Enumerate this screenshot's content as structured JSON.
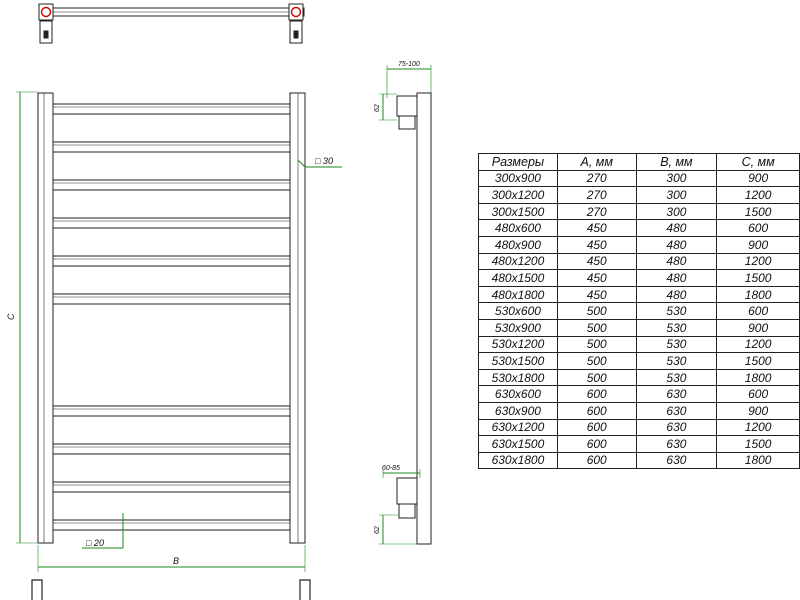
{
  "dimensions": {
    "overall_height": "C",
    "overall_width": "B",
    "vertical_profile": "□ 30",
    "rung_profile": "□ 20",
    "wall_distance_top": "75-100",
    "wall_distance_bottom": "60-85",
    "bracket_height_top": "62",
    "bracket_height_bottom": "62"
  },
  "table": {
    "headers": [
      "Размеры",
      "A, мм",
      "B, мм",
      "C, мм"
    ],
    "rows": [
      [
        "300x900",
        "270",
        "300",
        "900"
      ],
      [
        "300x1200",
        "270",
        "300",
        "1200"
      ],
      [
        "300x1500",
        "270",
        "300",
        "1500"
      ],
      [
        "480x600",
        "450",
        "480",
        "600"
      ],
      [
        "480x900",
        "450",
        "480",
        "900"
      ],
      [
        "480x1200",
        "450",
        "480",
        "1200"
      ],
      [
        "480x1500",
        "450",
        "480",
        "1500"
      ],
      [
        "480x1800",
        "450",
        "480",
        "1800"
      ],
      [
        "530x600",
        "500",
        "530",
        "600"
      ],
      [
        "530x900",
        "500",
        "530",
        "900"
      ],
      [
        "530x1200",
        "500",
        "530",
        "1200"
      ],
      [
        "530x1500",
        "500",
        "530",
        "1500"
      ],
      [
        "530x1800",
        "500",
        "530",
        "1800"
      ],
      [
        "630x600",
        "600",
        "630",
        "600"
      ],
      [
        "630x900",
        "600",
        "630",
        "900"
      ],
      [
        "630x1200",
        "600",
        "630",
        "1200"
      ],
      [
        "630x1500",
        "600",
        "630",
        "1500"
      ],
      [
        "630x1800",
        "600",
        "630",
        "1800"
      ]
    ]
  },
  "colors": {
    "outline": "#222222",
    "dimension_line": "#1a8a1a",
    "marker": "#cc0000"
  }
}
